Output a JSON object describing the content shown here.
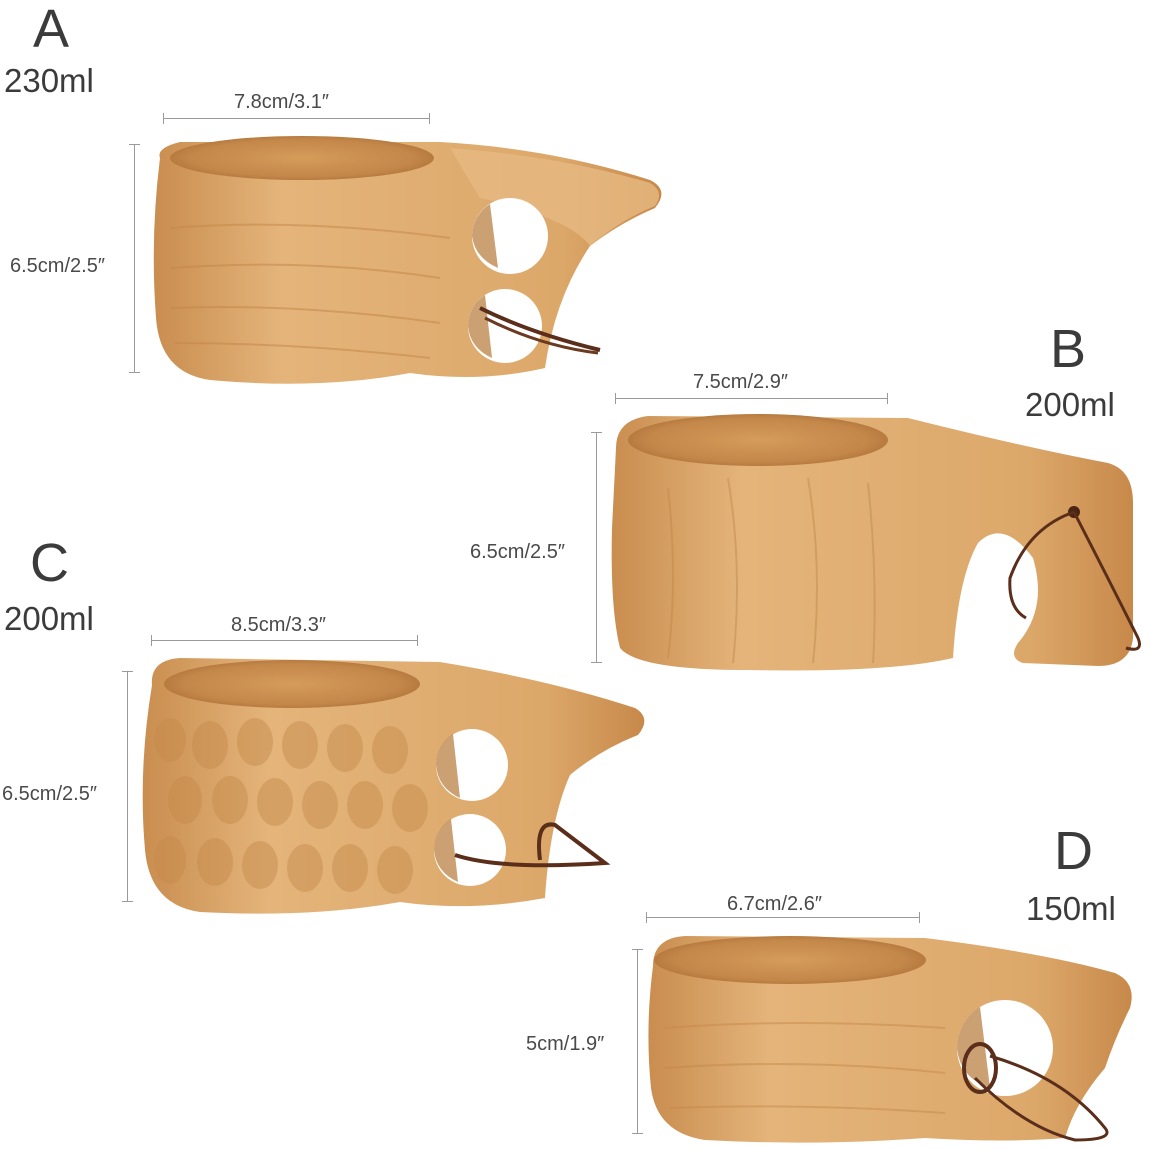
{
  "products": [
    {
      "letter": "A",
      "capacity": "230ml",
      "width": "7.8cm/3.1″",
      "height": "6.5cm/2.5″"
    },
    {
      "letter": "B",
      "capacity": "200ml",
      "width": "7.5cm/2.9″",
      "height": "6.5cm/2.5″"
    },
    {
      "letter": "C",
      "capacity": "200ml",
      "width": "8.5cm/3.3″",
      "height": "6.5cm/2.5″"
    },
    {
      "letter": "D",
      "capacity": "150ml",
      "width": "6.7cm/2.6″",
      "height": "5cm/1.9″"
    }
  ],
  "colors": {
    "background": "#ffffff",
    "wood_light": "#e2b57d",
    "wood_mid": "#d19c5c",
    "wood_dark": "#b97a3c",
    "leather_cord": "#5a2e1a"
  },
  "icons": [
    "kuksa-cup-a",
    "kuksa-cup-b",
    "kuksa-cup-c",
    "kuksa-cup-d"
  ]
}
